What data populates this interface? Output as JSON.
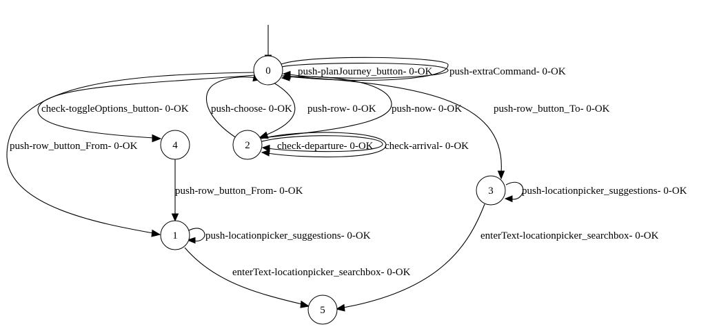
{
  "graph": {
    "nodes": [
      {
        "id": "0",
        "label": "0"
      },
      {
        "id": "1",
        "label": "1"
      },
      {
        "id": "2",
        "label": "2"
      },
      {
        "id": "3",
        "label": "3"
      },
      {
        "id": "4",
        "label": "4"
      },
      {
        "id": "5",
        "label": "5"
      }
    ],
    "edges": [
      {
        "from": "start",
        "to": "0",
        "label": ""
      },
      {
        "from": "0",
        "to": "0",
        "label": "push-planJourney_button- 0-OK"
      },
      {
        "from": "0",
        "to": "0",
        "label": "push-extraCommand- 0-OK"
      },
      {
        "from": "0",
        "to": "4",
        "label": "check-toggleOptions_button- 0-OK"
      },
      {
        "from": "0",
        "to": "1",
        "label": "push-row_button_From- 0-OK"
      },
      {
        "from": "2",
        "to": "0",
        "label": "push-choose- 0-OK"
      },
      {
        "from": "0",
        "to": "2",
        "label": "push-row- 0-OK"
      },
      {
        "from": "2",
        "to": "0",
        "label": "push-now- 0-OK"
      },
      {
        "from": "0",
        "to": "3",
        "label": "push-row_button_To- 0-OK"
      },
      {
        "from": "2",
        "to": "2",
        "label": "check-departure- 0-OK"
      },
      {
        "from": "2",
        "to": "2",
        "label": "check-arrival- 0-OK"
      },
      {
        "from": "4",
        "to": "1",
        "label": "push-row_button_From- 0-OK"
      },
      {
        "from": "3",
        "to": "3",
        "label": "push-locationpicker_suggestions- 0-OK"
      },
      {
        "from": "1",
        "to": "1",
        "label": "push-locationpicker_suggestions- 0-OK"
      },
      {
        "from": "3",
        "to": "5",
        "label": "enterText-locationpicker_searchbox- 0-OK"
      },
      {
        "from": "1",
        "to": "5",
        "label": "enterText-locationpicker_searchbox- 0-OK"
      }
    ]
  }
}
